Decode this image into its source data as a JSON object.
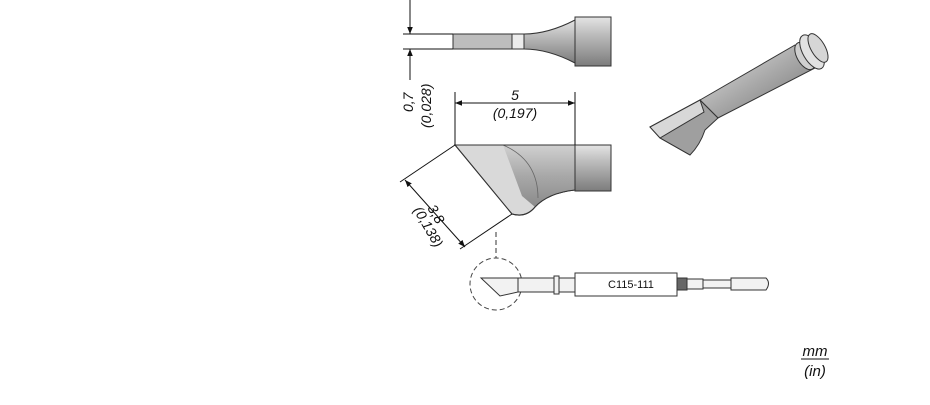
{
  "dimensions": {
    "thickness": {
      "mm": "0,7",
      "in": "(0,028)"
    },
    "length": {
      "mm": "5",
      "in": "(0,197)"
    },
    "width": {
      "mm": "3,8",
      "in": "(0,138)"
    }
  },
  "part_number": "C115-111",
  "units": {
    "primary": "mm",
    "secondary": "(in)"
  }
}
